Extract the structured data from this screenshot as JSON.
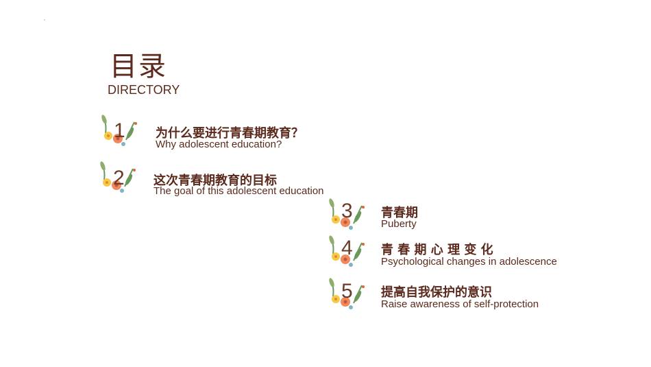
{
  "title": {
    "cn": "目录",
    "en": "DIRECTORY"
  },
  "items": [
    {
      "number": "1",
      "cn": "为什么要进行青春期教育？",
      "en": "Why adolescent education?"
    },
    {
      "number": "2",
      "cn": "这次青春期教育的目标",
      "en": "The goal of this adolescent education"
    },
    {
      "number": "3",
      "cn": "青春期",
      "en": "Puberty"
    },
    {
      "number": "4",
      "cn": "青 春 期 心 理 变 化",
      "en": "Psychological changes in adolescence"
    },
    {
      "number": "5",
      "cn": "提高自我保护的意识",
      "en": "Raise awareness of self-protection"
    }
  ],
  "colors": {
    "text": "#5b2a1c",
    "flower_orange": "#f08a5d",
    "flower_yellow": "#f7c948",
    "leaf": "#6a9a5b"
  }
}
